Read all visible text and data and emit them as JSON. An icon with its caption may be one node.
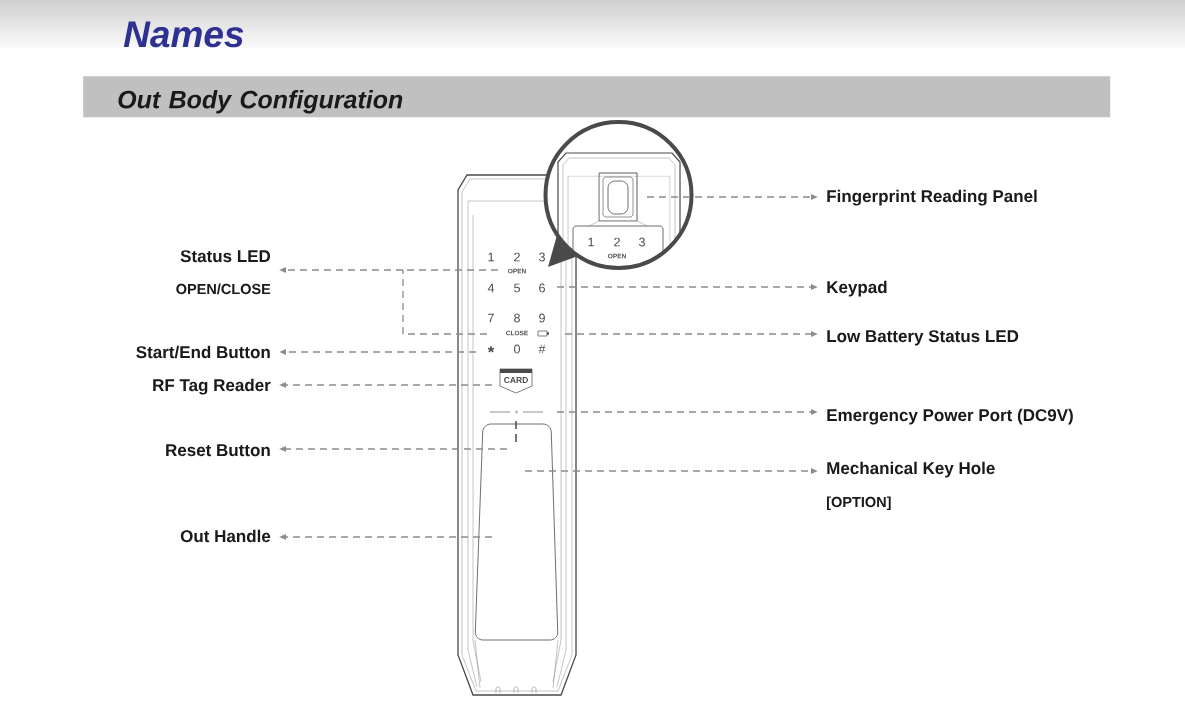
{
  "diagram": {
    "title": "Names",
    "nodes": [
      {
        "text": [
          "Out Body Configuration"
        ]
      },
      {
        "text": [],
        "shape": "picture"
      },
      {
        "text": [
          "Fingerprint Reading Panel"
        ]
      },
      {
        "text": [
          "Status LED",
          "OPEN/CLOSE"
        ]
      },
      {
        "text": [
          "Keypad"
        ]
      },
      {
        "text": [
          "Low Battery Status LED"
        ]
      },
      {
        "text": [
          "Start/End Button"
        ]
      },
      {
        "text": [
          "RF Tag Reader"
        ]
      },
      {
        "text": [
          "Emergency Power Port (DC9V)"
        ]
      },
      {
        "text": [
          "Reset Button"
        ]
      },
      {
        "text": [
          "Mechanical Key Hole",
          "[OPTION]"
        ]
      },
      {
        "text": [
          "Out Handle"
        ]
      }
    ],
    "edges": [
      {
        "from": 1,
        "to": 2,
        "arrow": "to",
        "style": "dashed"
      },
      {
        "from": 1,
        "to": 3,
        "arrow": "to",
        "style": "dashed"
      },
      {
        "from": 1,
        "to": 3,
        "arrow": "to",
        "style": "dashed"
      },
      {
        "from": 1,
        "to": 4,
        "arrow": "to",
        "style": "dashed"
      },
      {
        "from": 1,
        "to": 5,
        "arrow": "to",
        "style": "dashed"
      },
      {
        "from": 1,
        "to": 6,
        "arrow": "to",
        "style": "dashed"
      },
      {
        "from": 1,
        "to": 7,
        "arrow": "to",
        "style": "dashed"
      },
      {
        "from": 1,
        "to": 8,
        "arrow": "to",
        "style": "dashed"
      },
      {
        "from": 1,
        "to": 9,
        "arrow": "to",
        "style": "dashed"
      },
      {
        "from": 1,
        "to": 10,
        "arrow": "to",
        "style": "dashed"
      },
      {
        "from": 1,
        "to": 11,
        "arrow": "to",
        "style": "dashed"
      }
    ],
    "labels": [
      "1",
      "2",
      "3",
      "OPEN",
      "1",
      "2",
      "3",
      "OPEN",
      "4",
      "5",
      "6",
      "7",
      "8",
      "9",
      "CLOSE",
      "*",
      "0",
      "#",
      "CARD"
    ]
  }
}
